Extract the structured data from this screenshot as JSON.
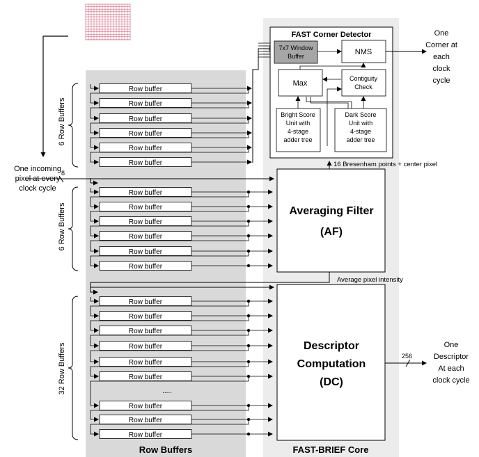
{
  "sections": {
    "row_buffers_label": "Row Buffers",
    "core_label": "FAST-BRIEF Core"
  },
  "row_buffer_label": "Row buffer",
  "ellipsis": ".....",
  "groups": {
    "fast": "6 Row Buffers",
    "af": "6 Row Buffers",
    "dc": "32 Row Buffers"
  },
  "fast_detector": {
    "title": "FAST Corner Detector",
    "window_buffer": [
      "7x7 Window",
      "Buffer"
    ],
    "nms": "NMS",
    "max": "Max",
    "contiguity": [
      "Contiguity",
      "Check"
    ],
    "bright": [
      "Bright Score",
      "Unit with",
      "4-stage",
      "adder tree"
    ],
    "dark": [
      "Dark Score",
      "Unit with",
      "4-stage",
      "adder tree"
    ]
  },
  "averaging_filter": [
    "Averaging Filter",
    "(AF)"
  ],
  "descriptor": [
    "Descriptor",
    "Computation",
    "(DC)"
  ],
  "labels": {
    "input": [
      "One incoming",
      "pixel at every",
      "clock cycle"
    ],
    "input_bits": "8",
    "bresenham": "16 Bresenham points + center pixel",
    "avg_intensity": "Average pixel intensity",
    "corner_out": [
      "One",
      "Corner at",
      "each",
      "clock",
      "cycle"
    ],
    "desc_out": [
      "One",
      "Descriptor",
      "At each",
      "clock cycle"
    ],
    "desc_bits": "256"
  }
}
